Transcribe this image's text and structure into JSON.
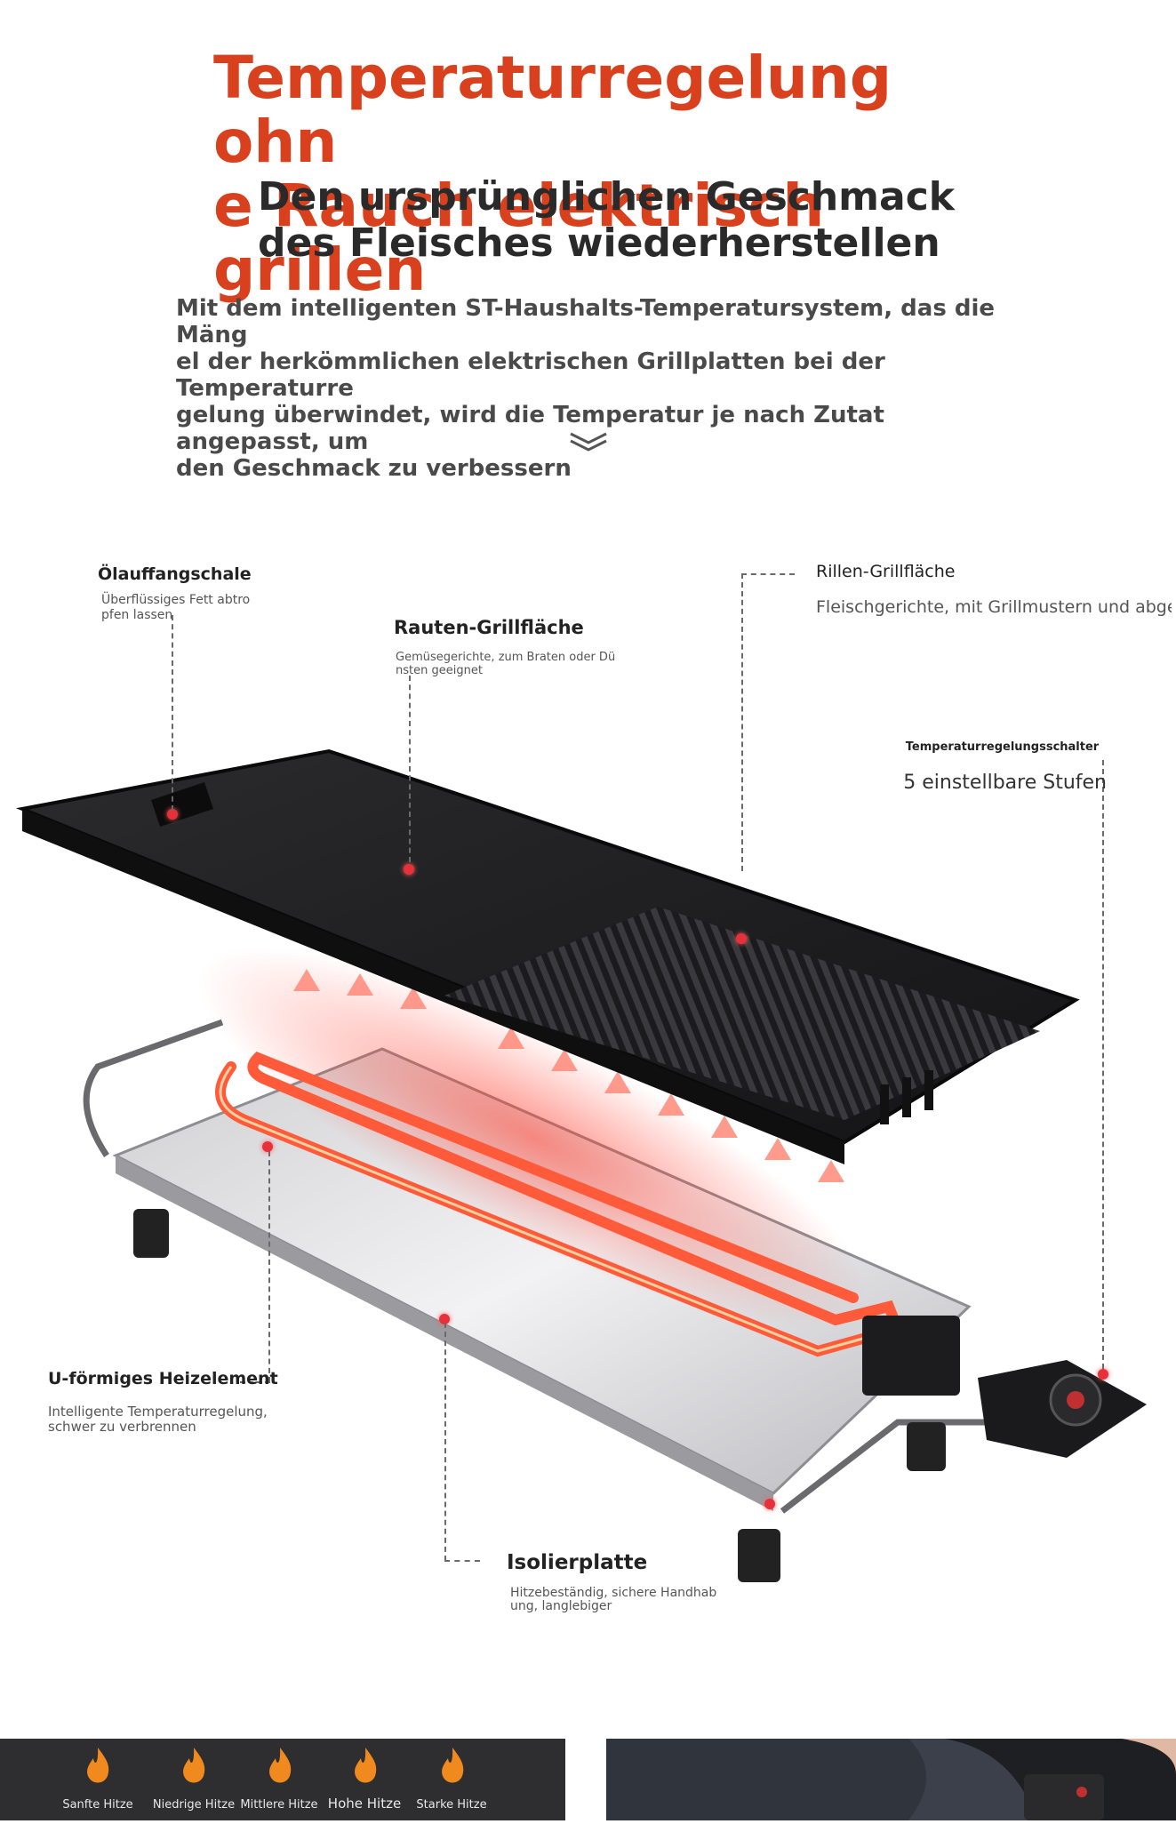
{
  "header": {
    "title": "Temperaturregelung ohn\ne Rauch elektrisch grillen",
    "subtitle": "Den ursprünglichen Geschmack\n des Fleisches wiederherstellen",
    "intro": "Mit dem intelligenten ST-Haushalts-Temperatursystem, das die Mäng\nel der herkömmlichen elektrischen Grillplatten bei der Temperaturre\ngelung überwindet, wird die Temperatur je nach Zutat angepasst, um\n den Geschmack zu verbessern"
  },
  "callouts": {
    "oil_tray": {
      "title": "Ölauffangschale",
      "text": "Überflüssiges Fett abtro\npfen lassen"
    },
    "diamond_plate": {
      "title": "Rauten-Grillfläche",
      "text": "Gemüsegerichte, zum Braten oder Dü\nnsten geeignet"
    },
    "grooved_plate": {
      "title": "Rillen-Grillfläche",
      "text": "Fleischgerichte, mit Grillmustern und abgetro"
    },
    "temp_switch": {
      "title": "Temperaturregelungsschalter",
      "text": "5 einstellbare Stufen"
    },
    "heating_element": {
      "title": "U-förmiges Heizelement",
      "text": "Intelligente Temperaturregelung,\n schwer zu verbrennen"
    },
    "insulation_plate": {
      "title": "Isolierplatte",
      "text": "Hitzebeständig, sichere Handhab\nung, langlebiger"
    }
  },
  "heat_levels": [
    "Sanfte Hitze",
    "Niedrige Hitze",
    "Mittlere Hitze",
    "Hohe Hitze",
    "Starke Hitze"
  ],
  "icons": {
    "scroll": "double-chevron-down-icon",
    "flame": "flame-icon"
  },
  "colors": {
    "title": "#d9401e",
    "subtitle": "#2a2a2a",
    "marker": "#e8303a",
    "heat": "#ff3a2a"
  }
}
